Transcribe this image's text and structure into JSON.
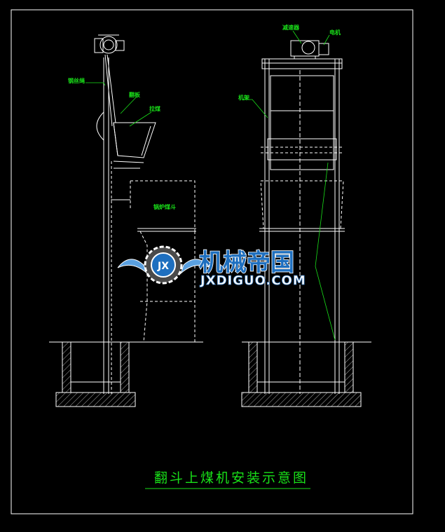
{
  "drawing": {
    "title": "翻斗上煤机安装示意图",
    "colors": {
      "background": "#000000",
      "outline": "#ffffff",
      "annotation": "#19e019",
      "watermark_blue": "#1e6fbf"
    },
    "labels": {
      "wire_rope": "钢丝绳",
      "flip_plate": "翻板",
      "hopper_pull": "拉煤",
      "boiler_hopper": "锅炉煤斗",
      "frame": "机架",
      "reducer": "减速器",
      "motor": "电机"
    }
  },
  "watermark": {
    "cn": "机械帝国",
    "en": "JXDIGUO.COM",
    "badge": "JX"
  }
}
